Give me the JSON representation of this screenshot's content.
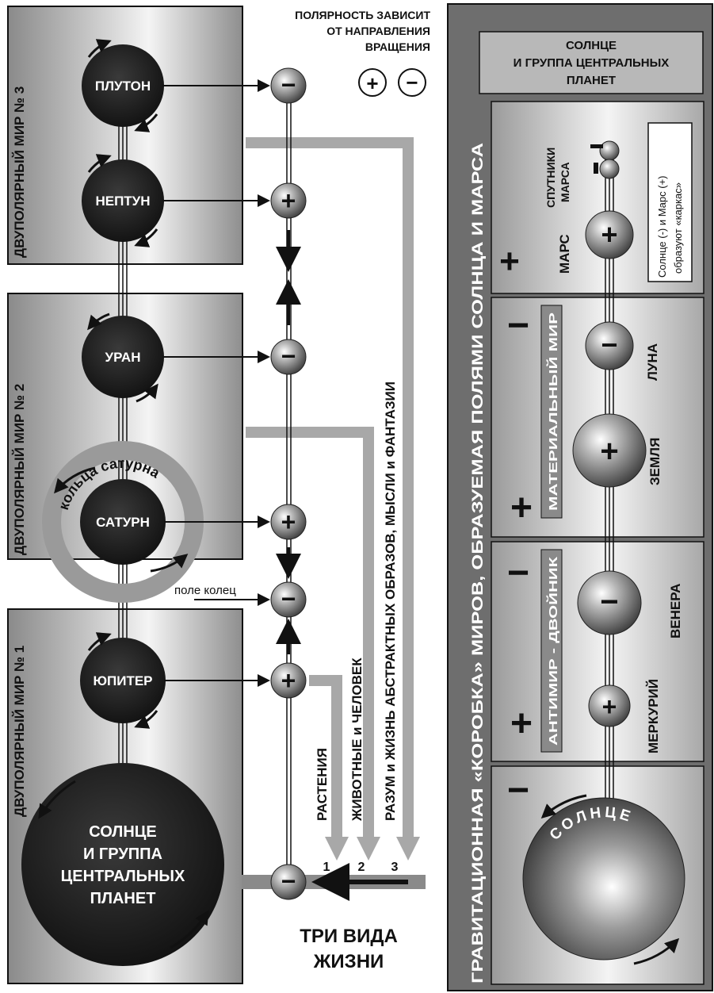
{
  "header": {
    "polarity_line1": "ПОЛЯРНОСТЬ ЗАВИСИТ",
    "polarity_line2": "ОТ НАПРАВЛЕНИЯ",
    "polarity_line3": "ВРАЩЕНИЯ",
    "plus_symbol": "+",
    "minus_symbol": "−"
  },
  "left_worlds": {
    "world3": "ДВУПОЛЯРНЫЙ МИР № 3",
    "world2": "ДВУПОЛЯРНЫЙ МИР № 2",
    "world1": "ДВУПОЛЯРНЫЙ МИР № 1"
  },
  "planets": {
    "pluto": "ПЛУТОН",
    "neptune": "НЕПТУН",
    "uranus": "УРАН",
    "saturn": "САТУРН",
    "jupiter": "ЮПИТЕР",
    "sun_group_line1": "СОЛНЦЕ",
    "sun_group_line2": "И ГРУППА",
    "sun_group_line3": "ЦЕНТРАЛЬНЫХ",
    "sun_group_line4": "ПЛАНЕТ"
  },
  "saturn_rings": "кольца сатурна",
  "ring_field": "поле колец",
  "column_signs": [
    "−",
    "+",
    "−",
    "+",
    "−",
    "+",
    "−"
  ],
  "life_labels": {
    "plants": "РАСТЕНИЯ",
    "animals": "ЖИВОТНЫЕ и ЧЕЛОВЕК",
    "mind": "РАЗУМ и ЖИЗНЬ АБСТРАКТНЫХ ОБРАЗОВ, МЫСЛИ и ФАНТАЗИИ",
    "n1": "1",
    "n2": "2",
    "n3": "3"
  },
  "three_kinds_line1": "ТРИ ВИДА",
  "three_kinds_line2": "ЖИЗНИ",
  "right_panel": {
    "side_title": "ГРАВИТАЦИОННАЯ «КОРОБКА» МИРОВ, ОБРАЗУЕМАЯ ПОЛЯМИ СОЛНЦА И МАРСА",
    "header_line1": "СОЛНЦЕ",
    "header_line2": "И ГРУППА ЦЕНТРАЛЬНЫХ",
    "header_line3": "ПЛАНЕТ",
    "mars_moons": "СПУТНИКИ",
    "mars_moons2": "МАРСА",
    "mars": "МАРС",
    "frame_note_line1": "Солнце (-) и Марс (+)",
    "frame_note_line2": "образуют «каркас»",
    "material_world": "МАТЕРИАЛЬНЫЙ МИР",
    "moon": "ЛУНА",
    "earth": "ЗЕМЛЯ",
    "antiworld": "АНТИМИР - ДВОЙНИК",
    "venus": "ВЕНЕРА",
    "mercury": "МЕРКУРИЙ",
    "sun": "СОЛНЦЕ",
    "plus": "+",
    "minus": "−"
  }
}
